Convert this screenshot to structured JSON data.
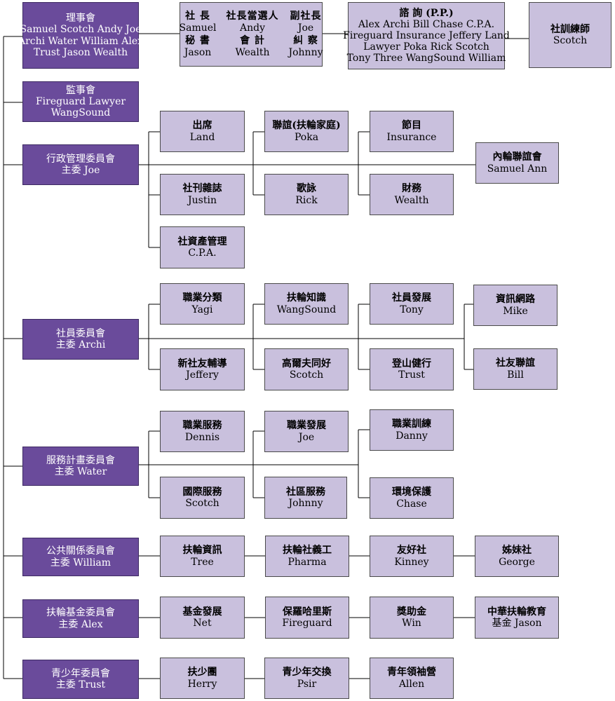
{
  "board": {
    "title": "理事會",
    "line1": "Samuel Scotch Andy Joe",
    "line2": "Archi Water William Alex",
    "line3": "Trust Jason Wealth"
  },
  "officers": {
    "president_label": "社 長",
    "president": "Samuel",
    "elect_label": "社長當選人",
    "elect": "Andy",
    "vice_label": "副社長",
    "vice": "Joe",
    "secretary_label": "秘 書",
    "secretary": "Jason",
    "treasurer_label": "會 計",
    "treasurer": "Wealth",
    "sergeant_label": "糾 察",
    "sergeant": "Johnny"
  },
  "advisors": {
    "title": "諮 詢 (P.P.)",
    "line1": "Alex Archi Bill Chase C.P.A.",
    "line2": "Fireguard Insurance Jeffery Land",
    "line3": "Lawyer Poka Rick Scotch",
    "line4": "Tony Three WangSound William"
  },
  "trainer": {
    "title": "社訓練師",
    "name": "Scotch"
  },
  "supervisors": {
    "title": "監事會",
    "line1": "Fireguard Lawyer",
    "line2": "WangSound"
  },
  "admin": {
    "title": "行政管理委員會",
    "chair": "主委 Joe",
    "attendance": {
      "title": "出席",
      "name": "Land"
    },
    "fellowship": {
      "title": "聯誼(扶輪家庭)",
      "name": "Poka"
    },
    "program": {
      "title": "節目",
      "name": "Insurance"
    },
    "inner_wheel": {
      "title": "內輪聯誼會",
      "name": "Samuel Ann"
    },
    "bulletin": {
      "title": "社刊雜誌",
      "name": "Justin"
    },
    "song": {
      "title": "歌詠",
      "name": "Rick"
    },
    "finance": {
      "title": "財務",
      "name": "Wealth"
    },
    "assets": {
      "title": "社資產管理",
      "name": "C.P.A."
    }
  },
  "membership": {
    "title": "社員委員會",
    "chair": "主委 Archi",
    "classification": {
      "title": "職業分類",
      "name": "Yagi"
    },
    "knowledge": {
      "title": "扶輪知識",
      "name": "WangSound"
    },
    "development": {
      "title": "社員發展",
      "name": "Tony"
    },
    "network": {
      "title": "資訊網路",
      "name": "Mike"
    },
    "orientation": {
      "title": "新社友輔導",
      "name": "Jeffery"
    },
    "golf": {
      "title": "高爾夫同好",
      "name": "Scotch"
    },
    "hiking": {
      "title": "登山健行",
      "name": "Trust"
    },
    "friendship": {
      "title": "社友聯誼",
      "name": "Bill"
    }
  },
  "service": {
    "title": "服務計畫委員會",
    "chair": "主委 Water",
    "vocational": {
      "title": "職業服務",
      "name": "Dennis"
    },
    "voc_dev": {
      "title": "職業發展",
      "name": "Joe"
    },
    "voc_train": {
      "title": "職業訓練",
      "name": "Danny"
    },
    "international": {
      "title": "國際服務",
      "name": "Scotch"
    },
    "community": {
      "title": "社區服務",
      "name": "Johnny"
    },
    "environment": {
      "title": "環境保護",
      "name": "Chase"
    }
  },
  "pr": {
    "title": "公共關係委員會",
    "chair": "主委 William",
    "info": {
      "title": "扶輪資訊",
      "name": "Tree"
    },
    "volunteer": {
      "title": "扶輪社義工",
      "name": "Pharma"
    },
    "friend_club": {
      "title": "友好社",
      "name": "Kinney"
    },
    "sister_club": {
      "title": "姊妹社",
      "name": "George"
    }
  },
  "foundation": {
    "title": "扶輪基金委員會",
    "chair": "主委 Alex",
    "fund_dev": {
      "title": "基金發展",
      "name": "Net"
    },
    "paul_harris": {
      "title": "保羅哈里斯",
      "name": "Fireguard"
    },
    "scholarship": {
      "title": "獎助金",
      "name": "Win"
    },
    "education": {
      "title": "中華扶輪教育",
      "name": "基金 Jason"
    }
  },
  "youth": {
    "title": "青少年委員會",
    "chair": "主委 Trust",
    "interact": {
      "title": "扶少團",
      "name": "Herry"
    },
    "exchange": {
      "title": "青少年交換",
      "name": "Psir"
    },
    "ryla": {
      "title": "青年領袖營",
      "name": "Allen"
    }
  }
}
